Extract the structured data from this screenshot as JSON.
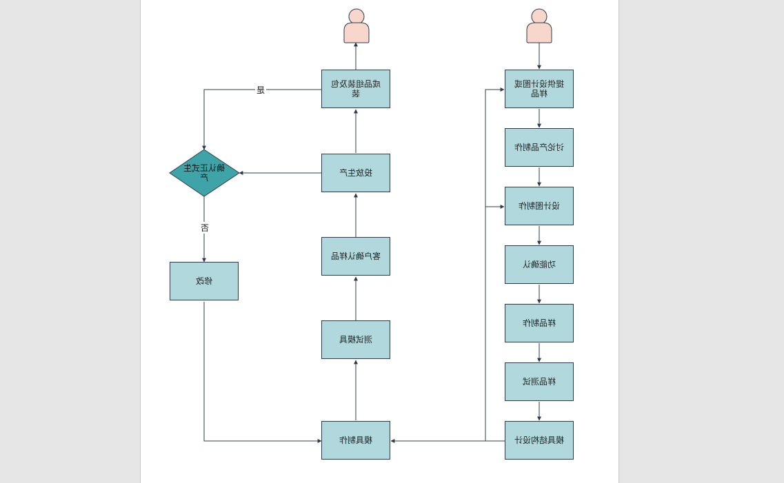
{
  "colors": {
    "process_fill": "#b1d9dd",
    "decision_fill": "#3fa4a7",
    "stroke": "#2b3b4c",
    "person_fill": "#f7d6cc"
  },
  "icons": [
    "person-icon",
    "person-icon"
  ],
  "nodes": {
    "finished_assembly": "成品组装及包装",
    "put_into_production": "投放生产",
    "customer_confirm_sample": "客户确认样品",
    "test_mold": "测试模具",
    "mold_making": "模具制作",
    "confirm_production": "确认正式生产",
    "modify": "修改",
    "provide_design": "提供设计图或样品",
    "discuss_product": "讨论产品制作",
    "design_drawing": "设计图制作",
    "function_confirm": "功能确认",
    "sample_making": "样品制作",
    "sample_test": "样品测试",
    "mold_structure_design": "模具结构设计"
  },
  "edge_labels": {
    "yes": "是",
    "no": "否"
  }
}
